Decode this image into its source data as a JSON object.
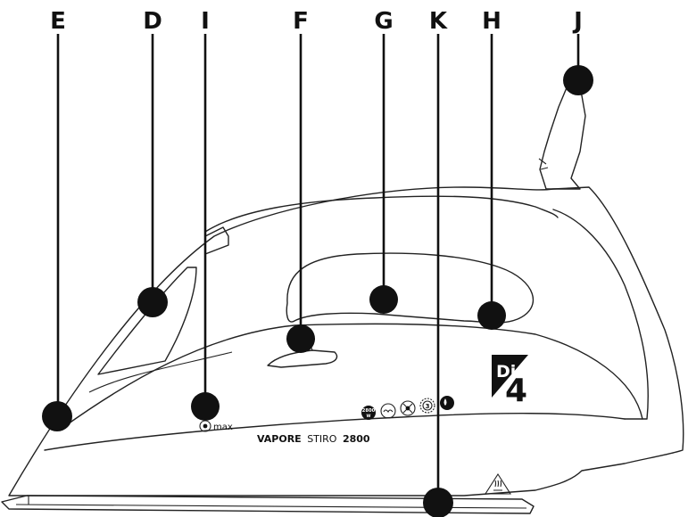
{
  "callouts": [
    {
      "id": "E",
      "label": "E"
    },
    {
      "id": "D",
      "label": "D"
    },
    {
      "id": "I",
      "label": "I"
    },
    {
      "id": "F",
      "label": "F"
    },
    {
      "id": "G",
      "label": "G"
    },
    {
      "id": "K",
      "label": "K"
    },
    {
      "id": "H",
      "label": "H"
    },
    {
      "id": "J",
      "label": "J"
    }
  ],
  "markings": {
    "model_brand": "VAPORE",
    "model_name": "STIRO",
    "model_number": "2800",
    "max_label": "max",
    "badge_di": "Di",
    "badge_num": "4",
    "wattage_top": "2800",
    "wattage_unit": "W"
  },
  "icons": [
    "power-2800w-icon",
    "steam-icon",
    "anti-calc-icon",
    "three-settings-icon",
    "drip-stop-icon",
    "hot-surface-warning-icon"
  ]
}
